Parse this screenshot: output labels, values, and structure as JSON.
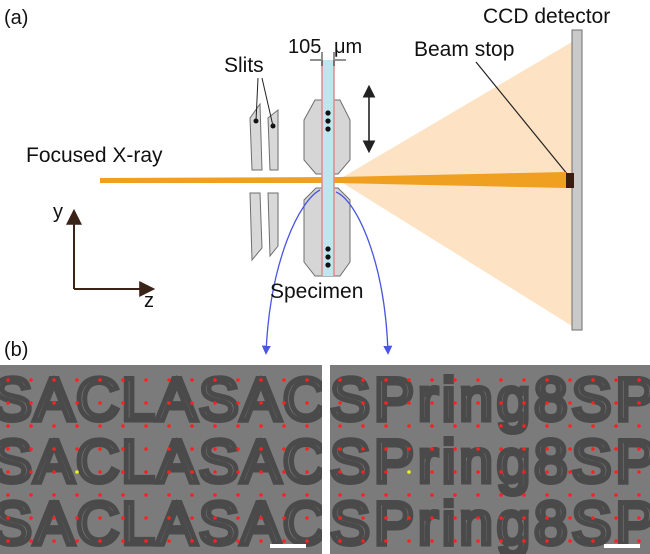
{
  "panel_a": {
    "label": "(a)",
    "ccd_detector": "CCD detector",
    "beam_stop": "Beam stop",
    "slits": "Slits",
    "width_value": "105",
    "width_unit": "μm",
    "focused_xray": "Focused X-ray",
    "specimen": "Specimen",
    "axis_y": "y",
    "axis_z": "z"
  },
  "panel_b": {
    "label": "(b)",
    "left_pattern_text": "SACLA",
    "right_pattern_text": "SPring8"
  },
  "colors": {
    "beam": "#f0a020",
    "cone": "#fde3c4",
    "slit": "#d8d8d8",
    "slit_stroke": "#6e6e6e",
    "specimen_edge": "#e28a8a",
    "specimen_core": "#bfe5ef",
    "arrow": "#4a55e0",
    "axis": "#3a2418",
    "sem_bg": "#7b7b7b",
    "sem_letter": "#4a4a4a",
    "grid_dot": "#ff2020",
    "highlight_dot": "#f0f020"
  }
}
